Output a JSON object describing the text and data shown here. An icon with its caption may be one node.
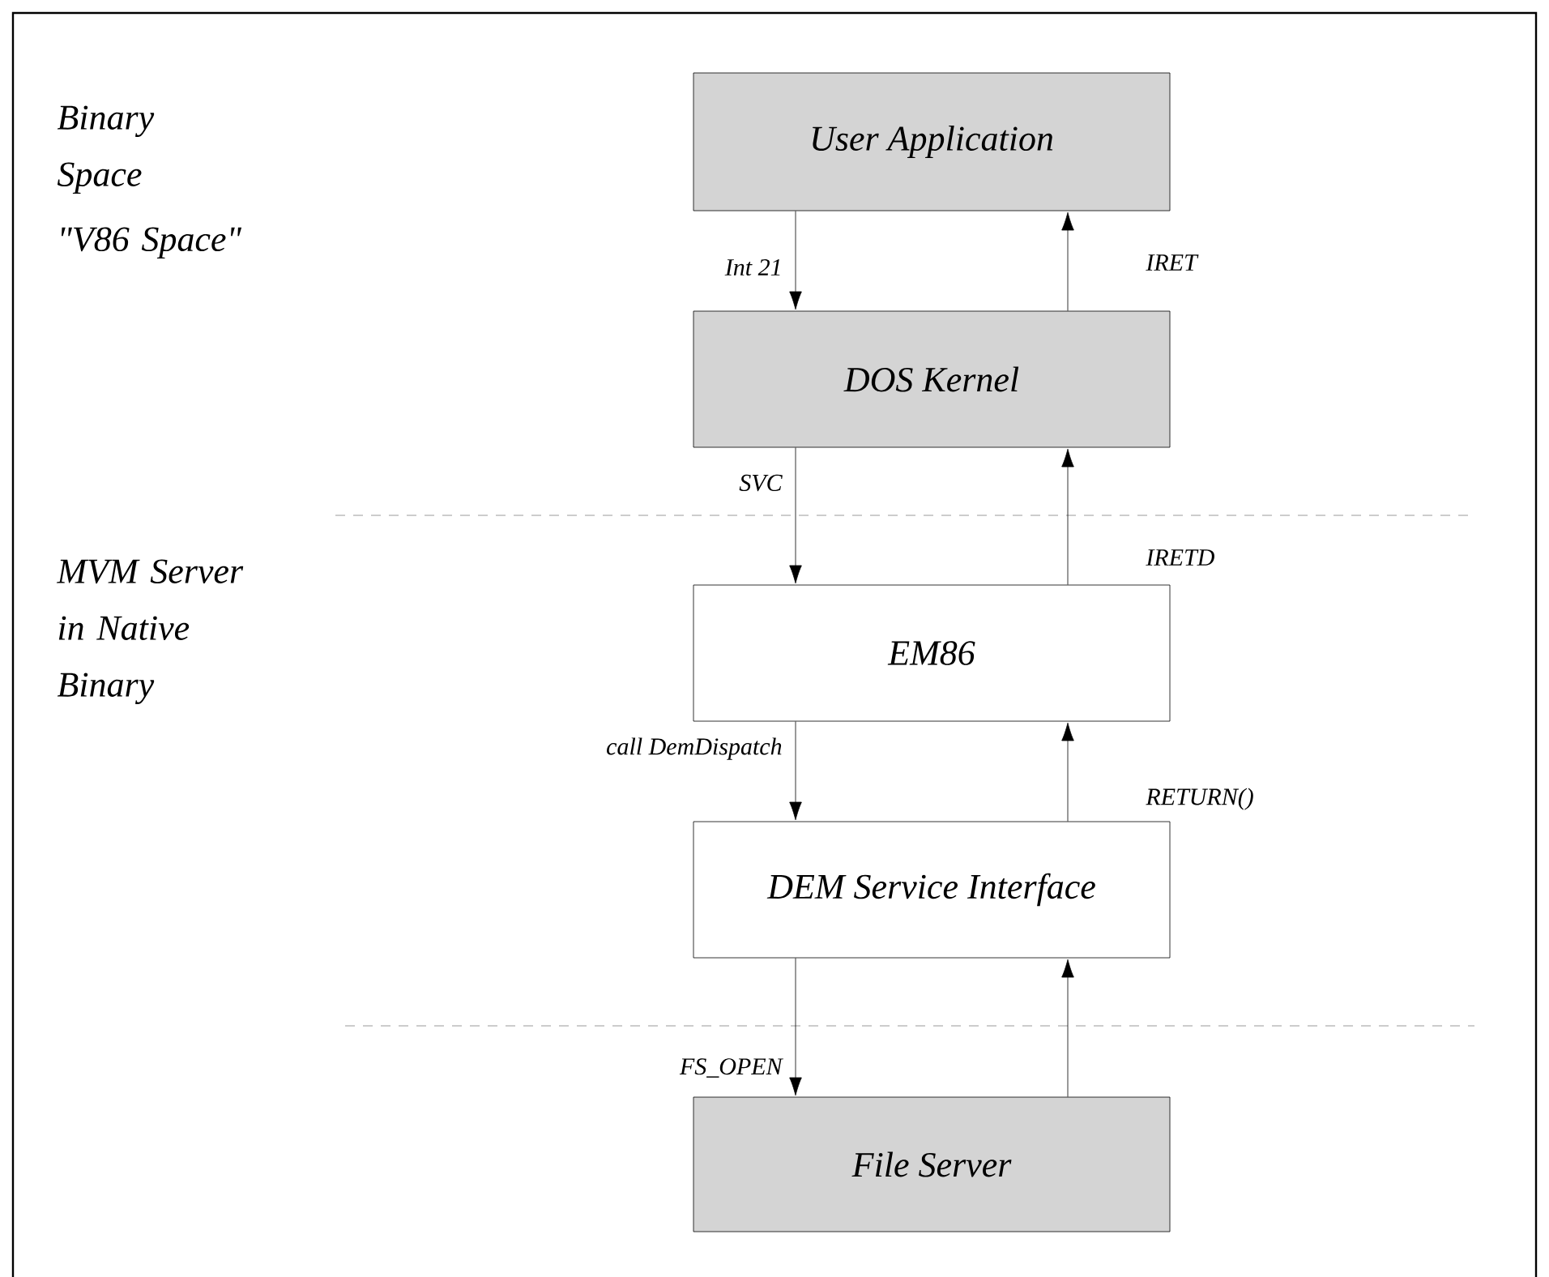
{
  "diagram": {
    "nodes": [
      {
        "text": [
          "User Application"
        ]
      },
      {
        "text": [
          "DOS Kernel"
        ]
      },
      {
        "text": [
          "EM86"
        ]
      },
      {
        "text": [
          "DEM Service Interface"
        ]
      },
      {
        "text": [
          "File Server"
        ]
      }
    ],
    "edges": [
      {
        "from": 0,
        "to": 1,
        "arrow": "to",
        "label": "Int 21"
      },
      {
        "from": 1,
        "to": 0,
        "arrow": "to",
        "label": "IRET"
      },
      {
        "from": 1,
        "to": 2,
        "arrow": "to",
        "label": "SVC"
      },
      {
        "from": 2,
        "to": 1,
        "arrow": "to",
        "label": "IRETD"
      },
      {
        "from": 2,
        "to": 3,
        "arrow": "to",
        "label": "call DemDispatch"
      },
      {
        "from": 3,
        "to": 2,
        "arrow": "to",
        "label": "RETURN()"
      },
      {
        "from": 3,
        "to": 4,
        "arrow": "to",
        "label": "FS_OPEN"
      },
      {
        "from": 4,
        "to": 3,
        "arrow": "to"
      }
    ],
    "labels": [
      "Binary Space",
      "\"V86 Space\"",
      "MVM Server in Native Binary"
    ]
  }
}
